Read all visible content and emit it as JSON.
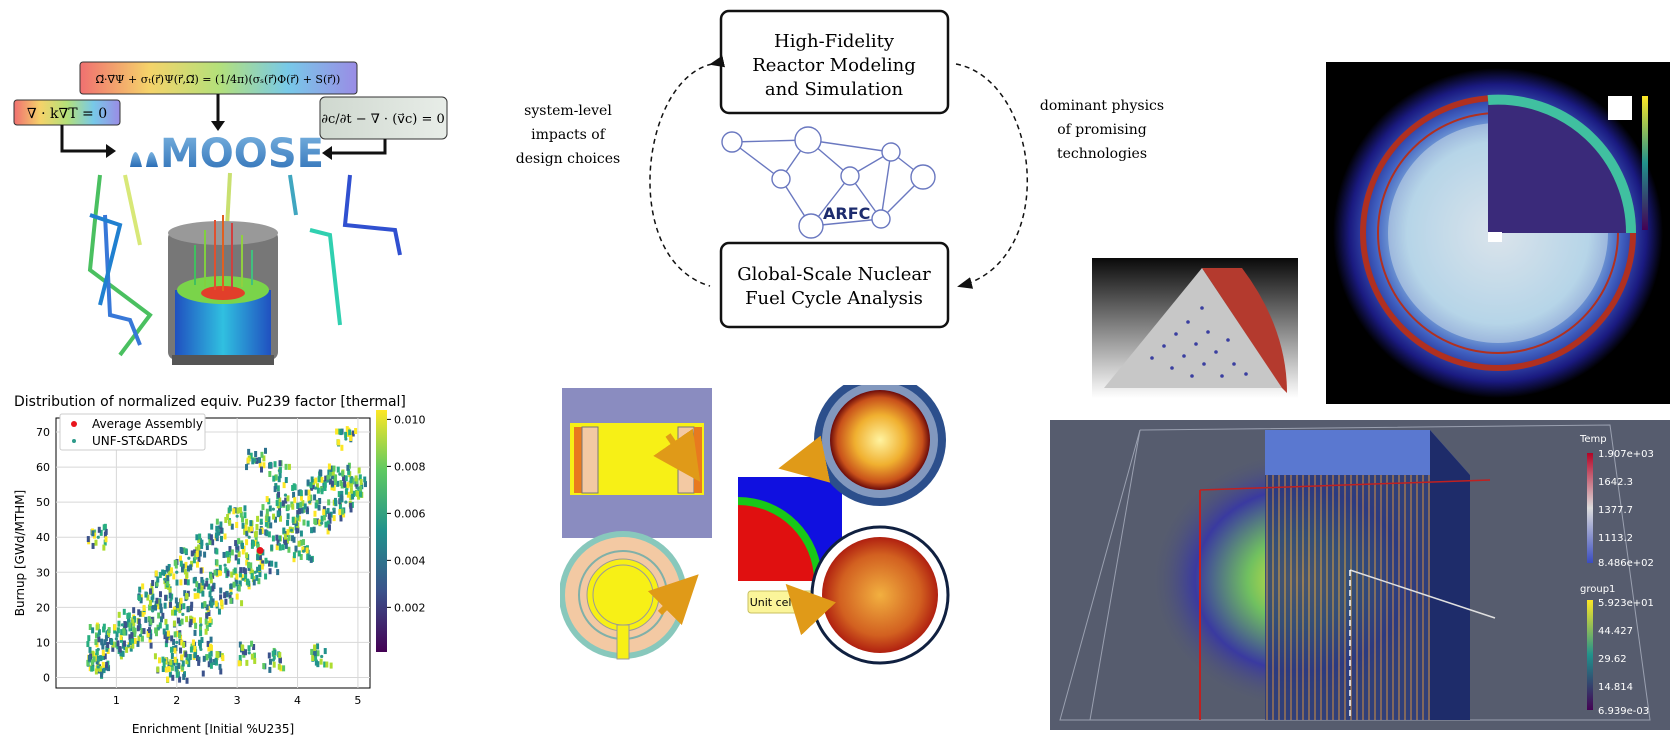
{
  "eq": {
    "transport": "Ω⃗·∇⃗Ψ + σₜ(r⃗)Ψ(r⃗,Ω⃗) = (1/4π)(σₛ(r⃗)Φ(r⃗) + S(r⃗))",
    "heat": "∇ · k∇T = 0",
    "advection": "∂c/∂t − ∇ · (v⃗c) = 0"
  },
  "logo": {
    "moose": "MOOSE",
    "arfc": "ARFC"
  },
  "cycle": {
    "top_lines": [
      "High-Fidelity",
      "Reactor Modeling",
      "and Simulation"
    ],
    "bottom_lines": [
      "Global-Scale Nuclear",
      "Fuel Cycle Analysis"
    ],
    "left_lines": [
      "system-level",
      "impacts of",
      "design choices"
    ],
    "right_lines": [
      "dominant physics",
      "of promising",
      "technologies"
    ]
  },
  "unit_cell_label": "Unit cell model",
  "chart_data": {
    "type": "scatter",
    "title": "Distribution of normalized equiv. Pu239 factor [thermal]",
    "xlabel": "Enrichment [Initial %U235]",
    "ylabel": "Burnup [GWd/MTHM]",
    "xlim": [
      0,
      5.2
    ],
    "ylim": [
      -3,
      74
    ],
    "xticks": [
      "1",
      "2",
      "3",
      "4",
      "5"
    ],
    "yticks": [
      "0",
      "10",
      "20",
      "30",
      "40",
      "50",
      "60",
      "70"
    ],
    "grid": true,
    "legend_placement": "top-left",
    "series": [
      {
        "name": "Average Assembly",
        "color": "#e8141c",
        "points": [
          [
            3.38,
            36.2
          ]
        ]
      },
      {
        "name": "UNF-ST&DARDS",
        "color": "#2d9a8a",
        "points": [
          [
            0.7,
            3
          ],
          [
            0.7,
            5
          ],
          [
            0.7,
            8
          ],
          [
            0.7,
            12
          ],
          [
            1.0,
            11
          ],
          [
            1.1,
            15
          ],
          [
            1.2,
            9
          ],
          [
            1.3,
            17
          ],
          [
            1.4,
            12
          ],
          [
            1.5,
            24
          ],
          [
            1.6,
            19
          ],
          [
            1.7,
            14
          ],
          [
            1.8,
            28
          ],
          [
            1.9,
            22
          ],
          [
            2.0,
            10
          ],
          [
            2.0,
            30
          ],
          [
            2.1,
            18
          ],
          [
            2.2,
            34
          ],
          [
            2.3,
            25
          ],
          [
            2.4,
            15
          ],
          [
            2.5,
            38
          ],
          [
            2.5,
            28
          ],
          [
            2.6,
            21
          ],
          [
            2.7,
            42
          ],
          [
            2.8,
            32
          ],
          [
            2.9,
            24
          ],
          [
            3.0,
            46
          ],
          [
            3.0,
            36
          ],
          [
            3.1,
            28
          ],
          [
            3.2,
            40
          ],
          [
            3.3,
            30
          ],
          [
            3.4,
            44
          ],
          [
            3.5,
            33
          ],
          [
            3.6,
            48
          ],
          [
            3.7,
            38
          ],
          [
            3.8,
            52
          ],
          [
            3.9,
            42
          ],
          [
            4.0,
            46
          ],
          [
            4.1,
            36
          ],
          [
            4.2,
            50
          ],
          [
            4.3,
            54
          ],
          [
            4.4,
            44
          ],
          [
            4.5,
            56
          ],
          [
            4.6,
            48
          ],
          [
            4.7,
            58
          ],
          [
            4.8,
            50
          ],
          [
            4.9,
            57
          ],
          [
            5.0,
            54
          ],
          [
            4.8,
            68
          ],
          [
            3.7,
            59
          ],
          [
            3.3,
            62
          ],
          [
            2.0,
            2
          ],
          [
            2.2,
            5
          ],
          [
            2.6,
            4
          ],
          [
            3.2,
            7
          ],
          [
            3.6,
            5
          ],
          [
            4.4,
            6
          ],
          [
            0.7,
            40
          ],
          [
            1.8,
            5
          ],
          [
            2.4,
            8
          ]
        ]
      }
    ],
    "colorbar": {
      "ticks": [
        "0.010",
        "0.008",
        "0.006",
        "0.004",
        "0.002"
      ],
      "range": [
        0.0001,
        0.0104
      ]
    }
  },
  "colorbar_temp": {
    "title": "Temp",
    "ticks": [
      "1.907e+03",
      "1642.3",
      "1377.7",
      "1113.2",
      "8.486e+02"
    ]
  },
  "colorbar_group": {
    "title": "group1",
    "ticks": [
      "5.923e+01",
      "44.427",
      "29.62",
      "14.814",
      "6.939e-03"
    ]
  }
}
